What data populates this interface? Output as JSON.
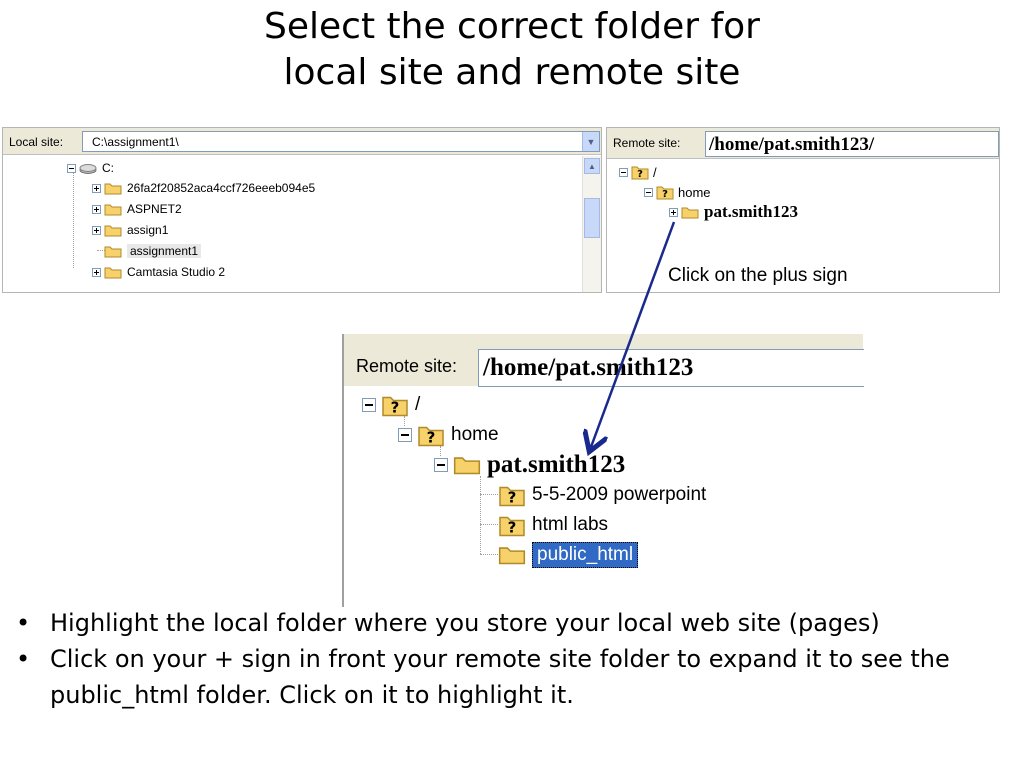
{
  "title": {
    "line1": "Select the correct folder for",
    "line2": "local site and remote site"
  },
  "local_site": {
    "label": "Local site:",
    "path": "C:\\assignment1\\",
    "tree": [
      {
        "label": "C:",
        "icon": "drive-icon",
        "expander": "minus"
      },
      {
        "label": "26fa2f20852aca4ccf726eeeb094e5",
        "icon": "folder-icon",
        "expander": "plus"
      },
      {
        "label": "ASPNET2",
        "icon": "folder-icon",
        "expander": "plus"
      },
      {
        "label": "assign1",
        "icon": "folder-icon",
        "expander": "plus"
      },
      {
        "label": "assignment1",
        "icon": "folder-icon",
        "expander": "none",
        "selected": true
      },
      {
        "label": "Camtasia Studio 2",
        "icon": "folder-icon",
        "expander": "plus"
      }
    ]
  },
  "remote_site_small": {
    "label": "Remote site:",
    "path": "/home/pat.smith123/",
    "tree": [
      {
        "label": "/",
        "icon": "question-folder-icon",
        "expander": "minus"
      },
      {
        "label": "home",
        "icon": "question-folder-icon",
        "expander": "minus"
      },
      {
        "label": "pat.smith123",
        "icon": "folder-icon",
        "expander": "plus"
      }
    ]
  },
  "annotation": "Click on the plus sign",
  "remote_site_big": {
    "label": "Remote site:",
    "path": "/home/pat.smith123",
    "tree": [
      {
        "label": "/",
        "icon": "question-folder-icon",
        "expander": "minus"
      },
      {
        "label": "home",
        "icon": "question-folder-icon",
        "expander": "minus"
      },
      {
        "label": "pat.smith123",
        "icon": "folder-icon",
        "expander": "minus"
      },
      {
        "label": "5-5-2009 powerpoint",
        "icon": "question-folder-icon",
        "expander": "none"
      },
      {
        "label": "html labs",
        "icon": "question-folder-icon",
        "expander": "none"
      },
      {
        "label": "public_html",
        "icon": "folder-icon",
        "expander": "none",
        "selected": true
      }
    ]
  },
  "bullets": [
    "Highlight the local folder where you store your local web site (pages)",
    "Click on your + sign in front your remote site folder to expand it to see the public_html folder.  Click on it to highlight it."
  ],
  "colors": {
    "selection_blue": "#316ac5",
    "arrow": "#1a2a8c",
    "folder_yellow": "#f7d26b"
  }
}
